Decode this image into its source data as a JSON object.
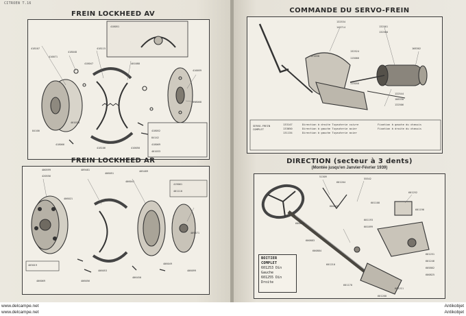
{
  "running_head": "CITROEN  T.16",
  "titles": {
    "frein_av": "FREIN LOCKHEED AV",
    "frein_ar": "FREIN LOCKHEED AR",
    "servo": "COMMANDE DU SERVO-FREIN",
    "direction": "DIRECTION (secteur à 3 dents)",
    "direction_sub": "(Montée jusqu'en Janvier-Février 1939)"
  },
  "servo_legend": {
    "label": "SERVO-FREIN COMPLET",
    "codes": [
      "133147",
      "133050",
      "131134"
    ],
    "lines": [
      "Direction à droite  Tuyauterie cuivre",
      "Direction à gauche  Tuyauterie acier",
      "Direction à gauche  Tuyauterie acier"
    ],
    "fixation": [
      "Fixation à gauche du chassis",
      "Fixation à droite du chassis"
    ]
  },
  "boitier": {
    "title": "BOITIER COMPLET",
    "rows": [
      "601253  Dín Gauche",
      "601255  Dín Droite"
    ]
  },
  "parts_av": [
    "418107",
    "410071",
    "418048",
    "418047",
    "418115",
    "401088",
    "410059",
    "418068",
    "84100",
    "418066",
    "401070",
    "418106",
    "410050",
    "418051",
    "418052",
    "84142",
    "418069",
    "401033"
  ],
  "parts_ar": [
    "400599",
    "420556",
    "409481",
    "406051",
    "406041",
    "406021",
    "405489",
    "419061",
    "401110",
    "409571",
    "406049",
    "406450",
    "406053",
    "406056",
    "403019",
    "406069",
    "406099"
  ],
  "parts_servo": [
    "132534",
    "145714",
    "121030",
    "132524",
    "115066",
    "132561",
    "132500",
    "168302",
    "115056",
    "132544",
    "108330",
    "132506"
  ],
  "parts_dir": [
    "51309",
    "601204",
    "55542",
    "600860",
    "601108",
    "601252",
    "601196",
    "601193",
    "601099",
    "601251",
    "601246",
    "605862",
    "600825",
    "601170",
    "600873",
    "600883",
    "600884",
    "601210",
    "601211",
    "601260"
  ],
  "footer": {
    "left1": "www.delcampe.net",
    "left2": "www.delcampe.net",
    "right1": "Antikobjet",
    "right2": "Antikobjet"
  }
}
